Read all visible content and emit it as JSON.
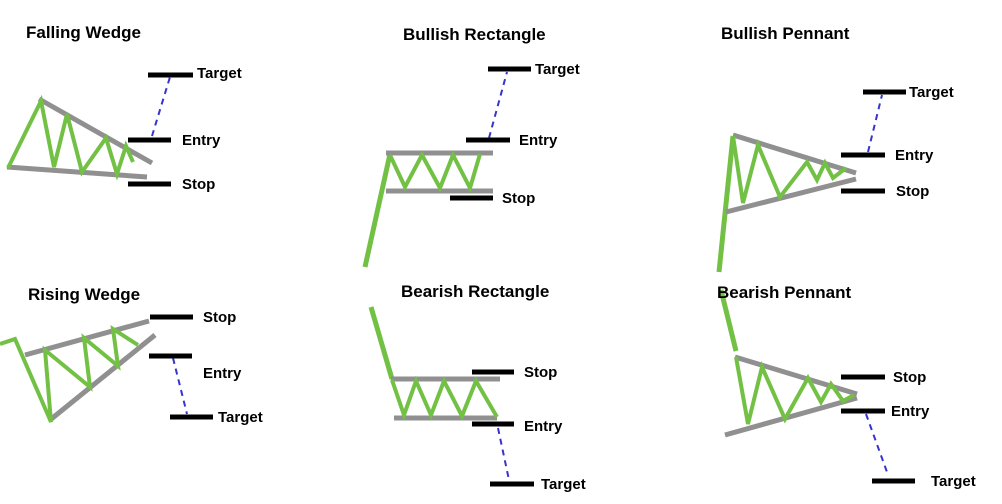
{
  "figure": {
    "description": "Six trading chart pattern diagrams with entry, stop and target levels",
    "background": "#ffffff"
  },
  "colors": {
    "price_line_green": "#72c145",
    "trendline_gray": "#909090",
    "level_bar_black": "#000000",
    "projection_dashed_blue": "#3534cd",
    "text": "#000000"
  },
  "panels": [
    {
      "id": "falling-wedge",
      "title": "Falling Wedge",
      "levels": [
        {
          "label": "Target"
        },
        {
          "label": "Entry"
        },
        {
          "label": "Stop"
        }
      ]
    },
    {
      "id": "bullish-rectangle",
      "title": "Bullish Rectangle",
      "levels": [
        {
          "label": "Target"
        },
        {
          "label": "Entry"
        },
        {
          "label": "Stop"
        }
      ]
    },
    {
      "id": "bullish-pennant",
      "title": "Bullish Pennant",
      "levels": [
        {
          "label": "Target"
        },
        {
          "label": "Entry"
        },
        {
          "label": "Stop"
        }
      ]
    },
    {
      "id": "rising-wedge",
      "title": "Rising Wedge",
      "levels": [
        {
          "label": "Stop"
        },
        {
          "label": "Entry"
        },
        {
          "label": "Target"
        }
      ]
    },
    {
      "id": "bearish-rectangle",
      "title": "Bearish Rectangle",
      "levels": [
        {
          "label": "Stop"
        },
        {
          "label": "Entry"
        },
        {
          "label": "Target"
        }
      ]
    },
    {
      "id": "bearish-pennant",
      "title": "Bearish Pennant",
      "levels": [
        {
          "label": "Stop"
        },
        {
          "label": "Entry"
        },
        {
          "label": "Target"
        }
      ]
    }
  ]
}
